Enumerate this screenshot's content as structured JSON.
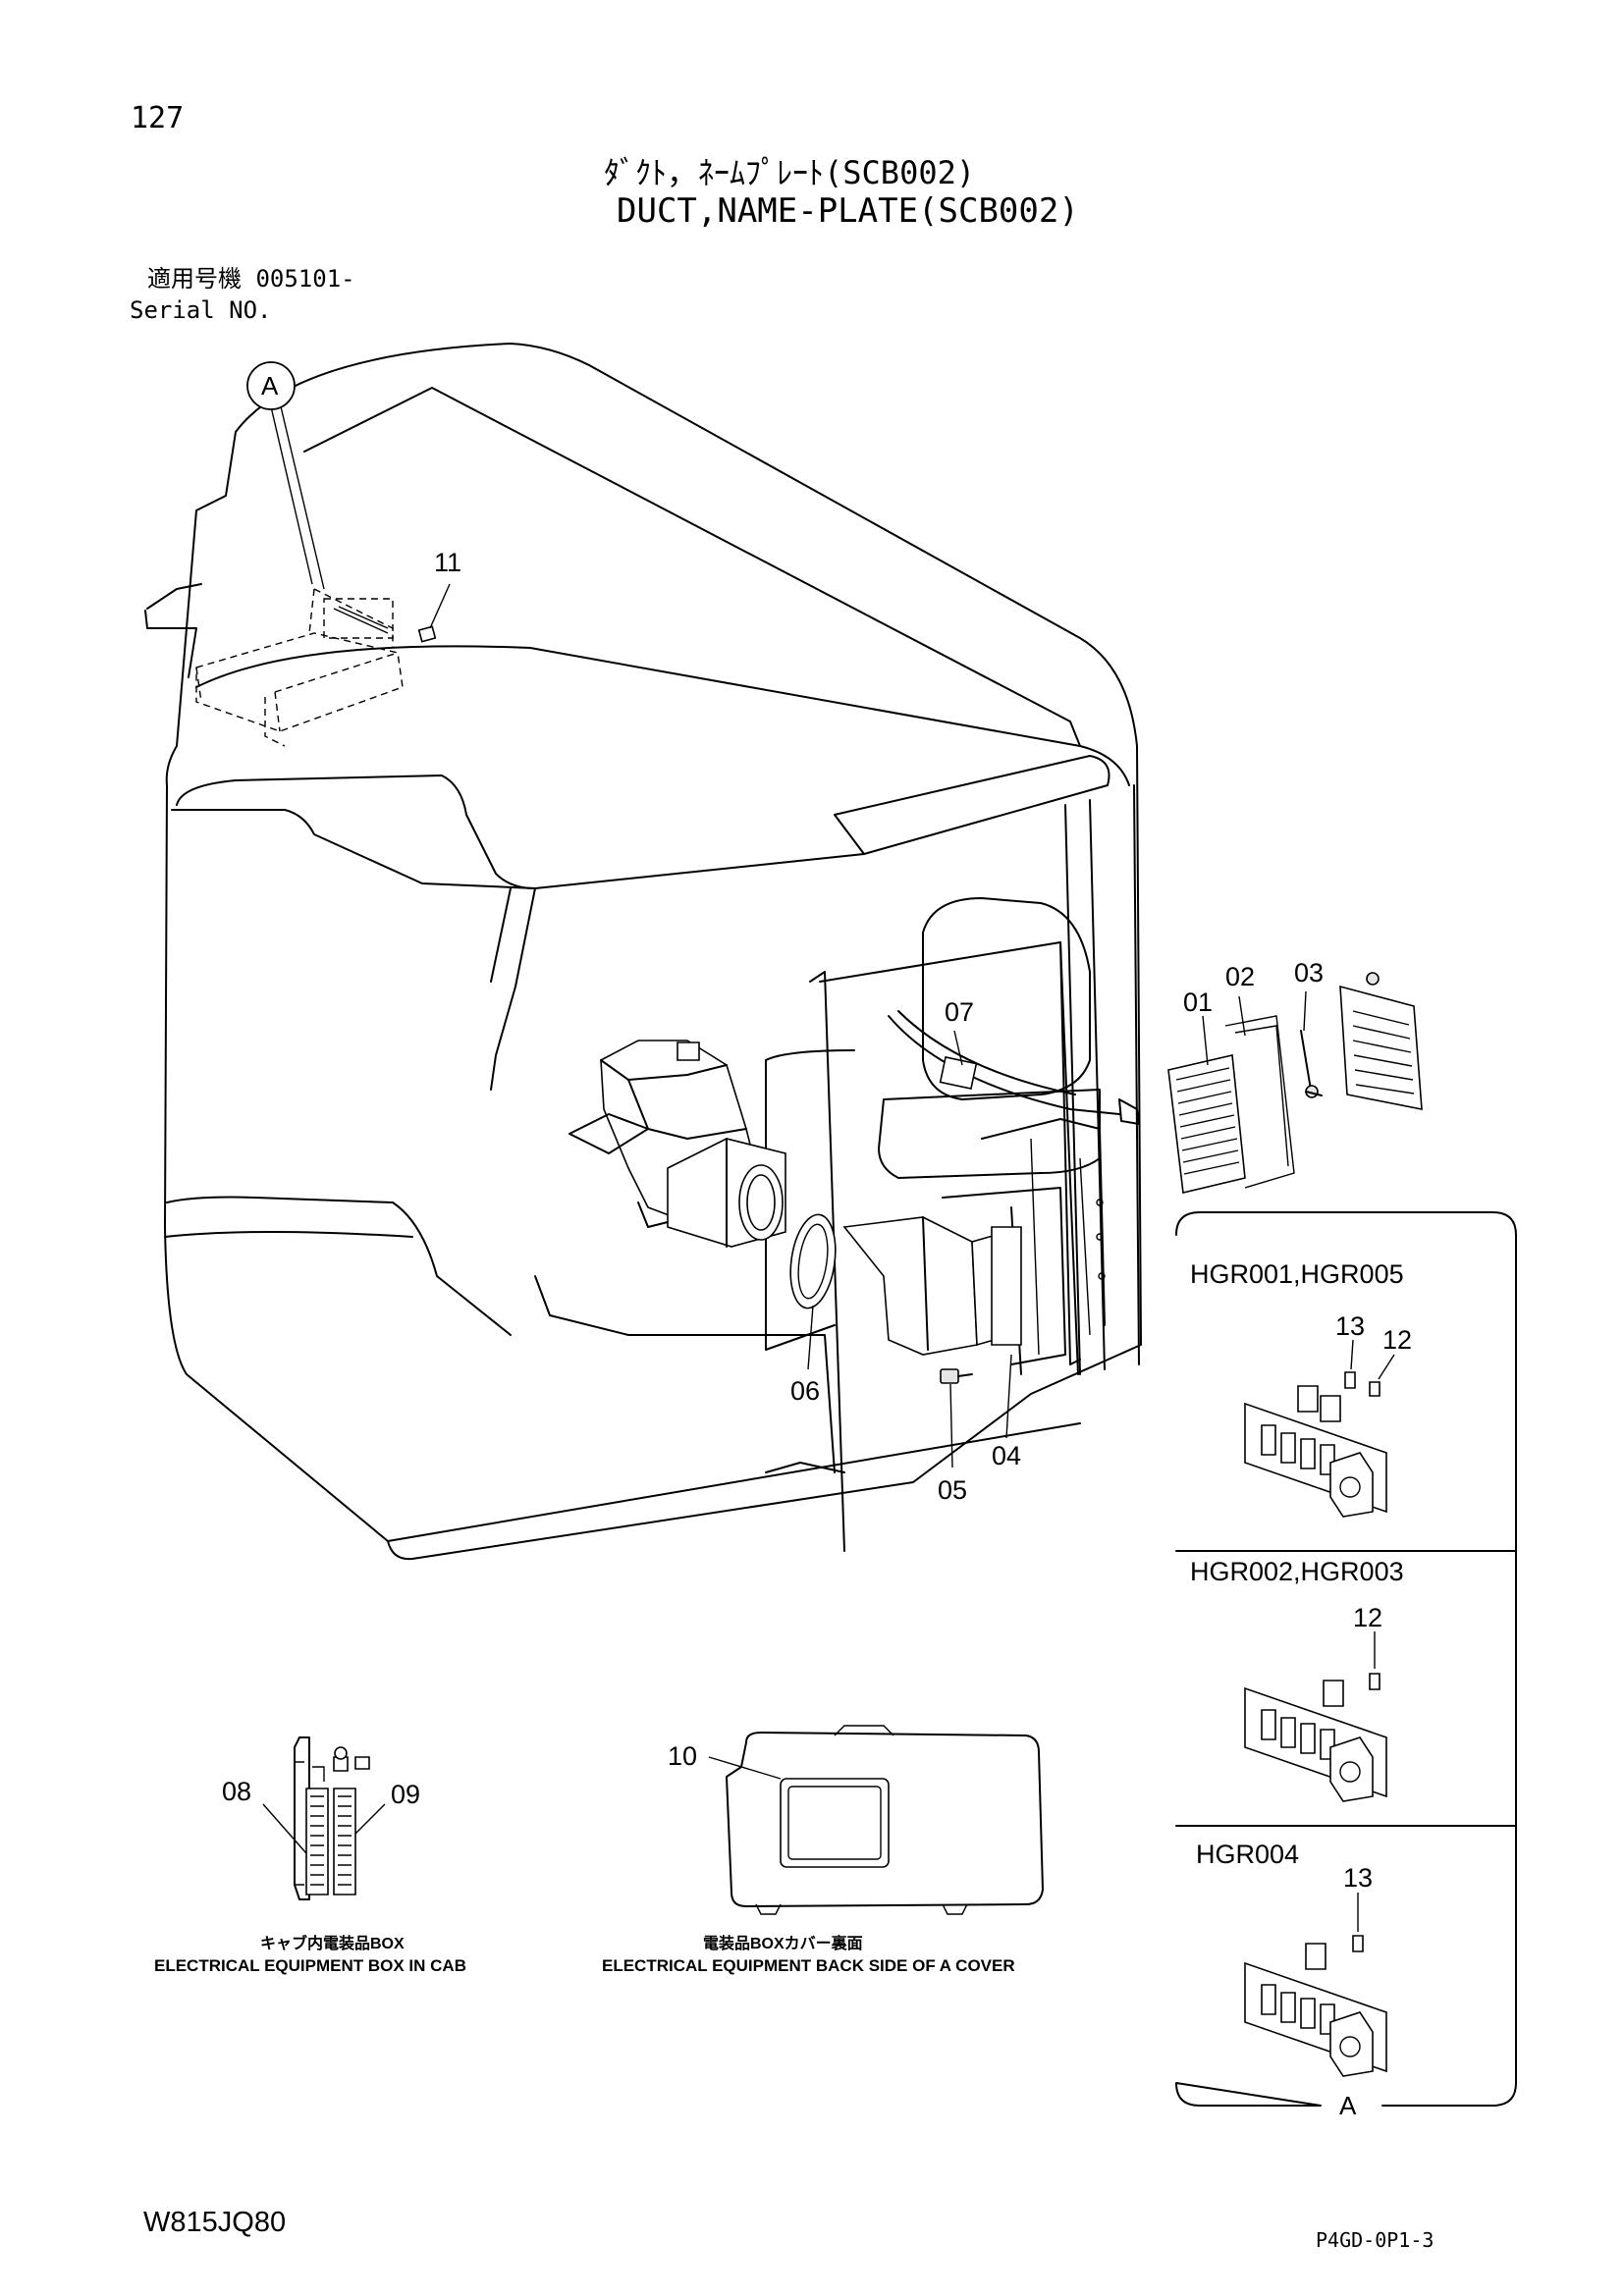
{
  "header": {
    "page_number": "127",
    "title_ja": "ﾀﾞｸﾄ，ﾈｰﾑﾌﾟﾚｰﾄ(SCB002)",
    "title_en": "DUCT,NAME-PLATE(SCB002)",
    "serial_ja": "適用号機 005101-",
    "serial_en": "Serial NO."
  },
  "callouts": {
    "detail_a": "A",
    "p01": "01",
    "p02": "02",
    "p03": "03",
    "p04": "04",
    "p05": "05",
    "p06": "06",
    "p07": "07",
    "p08": "08",
    "p09": "09",
    "p10": "10",
    "p11": "11"
  },
  "detail_panel": {
    "label": "A",
    "sections": [
      {
        "title": "HGR001,HGR005",
        "parts": [
          "13",
          "12"
        ]
      },
      {
        "title": "HGR002,HGR003",
        "parts": [
          "12"
        ]
      },
      {
        "title": "HGR004",
        "parts": [
          "13"
        ]
      }
    ]
  },
  "sub_views": {
    "box_in_cab_ja": "キャブ内電装品BOX",
    "box_in_cab_en": "ELECTRICAL EQUIPMENT BOX IN CAB",
    "cover_back_ja": "電装品BOXカバー裏面",
    "cover_back_en": "ELECTRICAL EQUIPMENT BACK SIDE OF A COVER"
  },
  "footer": {
    "model_code": "W815JQ80",
    "sheet_code": "P4GD-0P1-3"
  }
}
